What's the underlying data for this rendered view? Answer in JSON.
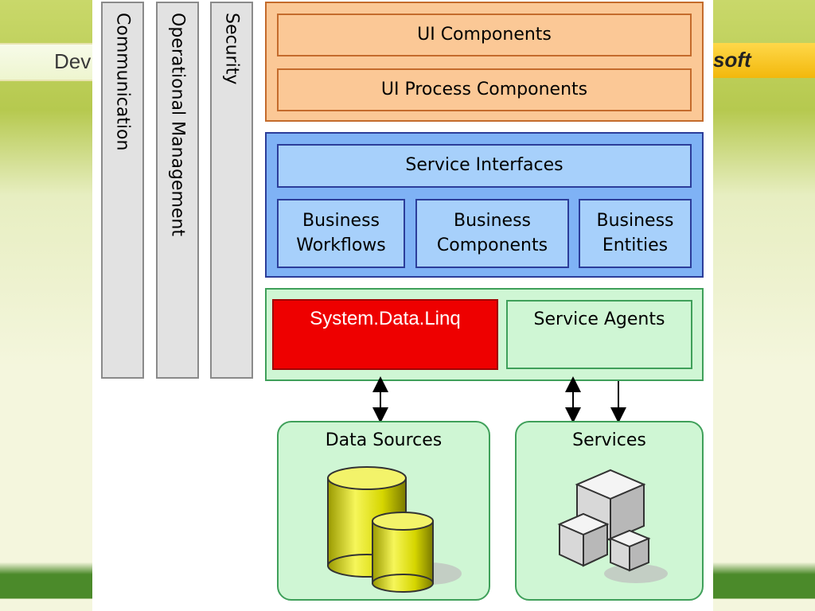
{
  "branding": {
    "left_text": "Dev",
    "right_text": "soft"
  },
  "pillars": [
    {
      "label": "Communication"
    },
    {
      "label": "Operational Management"
    },
    {
      "label": "Security"
    }
  ],
  "presentation_layer": {
    "components": [
      "UI Components",
      "UI Process Components"
    ]
  },
  "business_layer": {
    "service_interfaces": "Service Interfaces",
    "components": [
      "Business Workflows",
      "Business Components",
      "Business Entities"
    ]
  },
  "data_layer": {
    "data_access": "System.Data.Linq",
    "service_agents": "Service Agents"
  },
  "external": {
    "data_sources": "Data Sources",
    "services": "Services"
  },
  "colors": {
    "presentation": "#fbc896",
    "business": "#a7d0fb",
    "data": "#cff6d4",
    "highlight": "#ee0000"
  },
  "icons": {
    "data_sources": "database-cylinders-icon",
    "services": "cubes-icon"
  }
}
